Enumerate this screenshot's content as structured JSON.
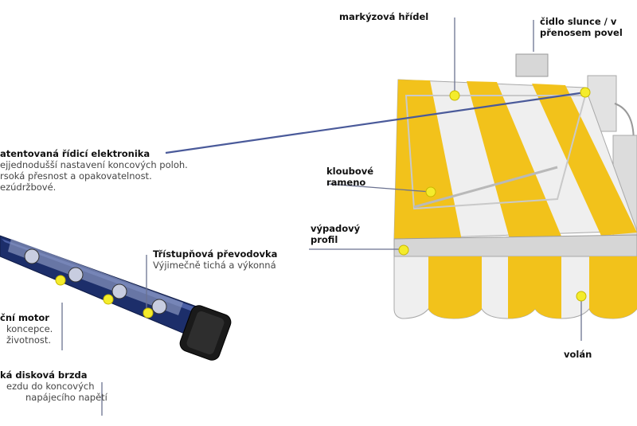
{
  "colors": {
    "yellow": "#f2c21b",
    "stripe_light": "#efefef",
    "tube": "#1c2e6a",
    "cap": "#1a1a1a",
    "dot": "#f4ec2c",
    "line": "#6b7290"
  },
  "labels": {
    "shaft": "markýzová hřídel",
    "sensor_line1": "čidlo slunce / v",
    "sensor_line2": "přenosem povel",
    "electronics_title": "atentovaná řídicí elektronika",
    "electronics_d1": "ejjednodušší nastavení koncových poloh.",
    "electronics_d2": "rsoká přesnost a opakovatelnost.",
    "electronics_d3": "ezúdržbové.",
    "arm_line1": "kloubové",
    "arm_line2": "rameno",
    "profile_line1": "výpadový",
    "profile_line2": "profil",
    "gearbox_title": "Třístupňová převodovka",
    "gearbox_desc": "Výjimečně tichá a výkonná",
    "motor_title": "ční motor",
    "motor_d1": "koncepce.",
    "motor_d2": "životnost.",
    "brake_title": "ká disková brzda",
    "brake_d1": "ezdu do koncových",
    "brake_d2": "napájecího napětí",
    "valance": "volán"
  }
}
